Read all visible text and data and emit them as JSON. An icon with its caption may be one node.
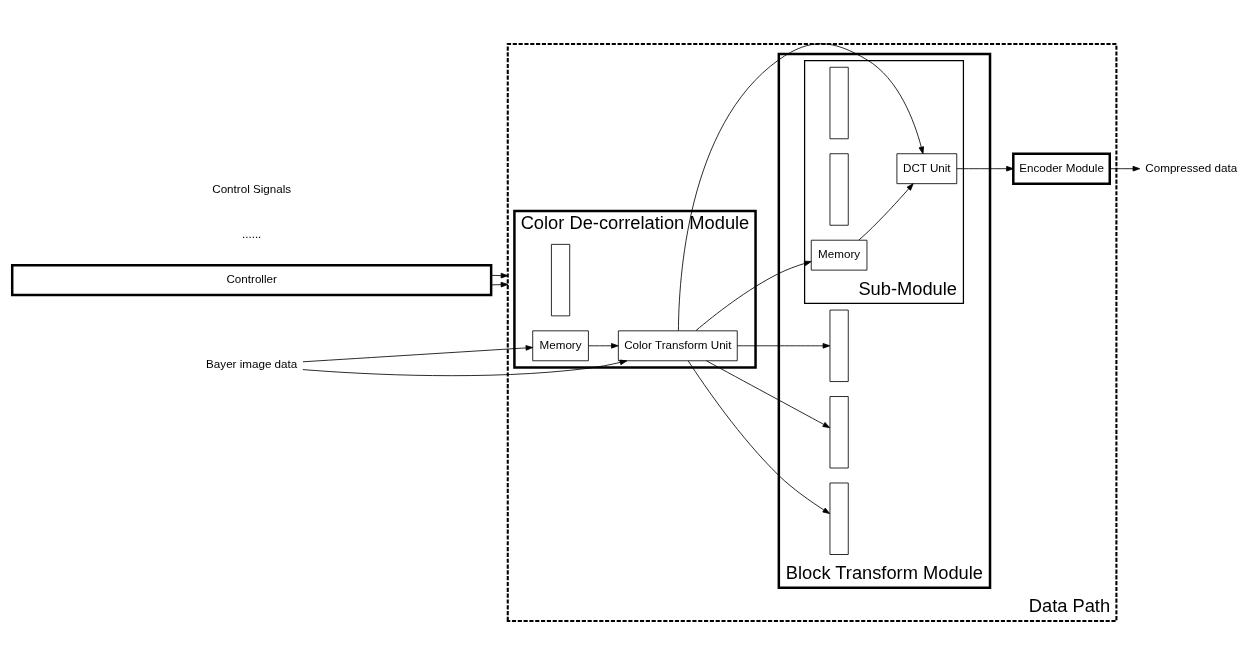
{
  "diagram": {
    "nodes": [
      {
        "text": [
          "Data Path"
        ]
      },
      {
        "text": [
          "Color De-correlation Module"
        ],
        "in": 0
      },
      {
        "text": [],
        "shape": "box",
        "in": 1
      },
      {
        "text": [
          "Memory"
        ],
        "in": 1
      },
      {
        "text": [
          "Color Transform Unit"
        ],
        "in": 1
      },
      {
        "text": [
          "Block Transform Module"
        ],
        "in": 0
      },
      {
        "text": [],
        "shape": "box",
        "in": 5
      },
      {
        "text": [],
        "shape": "box",
        "in": 5
      },
      {
        "text": [],
        "shape": "box",
        "in": 5
      },
      {
        "text": [
          "Sub-Module"
        ],
        "in": 5
      },
      {
        "text": [],
        "shape": "box",
        "in": 9
      },
      {
        "text": [],
        "shape": "box",
        "in": 9
      },
      {
        "text": [
          "Memory"
        ],
        "in": 9
      },
      {
        "text": [
          "DCT Unit"
        ],
        "in": 9
      },
      {
        "text": [
          "Encoder Module"
        ],
        "in": 0
      },
      {
        "text": [
          "Bayer image data"
        ]
      },
      {
        "text": [
          "Compressed data"
        ]
      },
      {
        "text": [
          "Controller"
        ]
      }
    ],
    "edges": [
      {
        "from": 15,
        "to": 3,
        "arrow": "to"
      },
      {
        "from": 15,
        "to": 4,
        "arrow": "to"
      },
      {
        "from": 3,
        "to": 4,
        "arrow": "to"
      },
      {
        "from": 4,
        "to": 6,
        "arrow": "to"
      },
      {
        "from": 4,
        "to": 7,
        "arrow": "to"
      },
      {
        "from": 4,
        "to": 8,
        "arrow": "to"
      },
      {
        "from": 4,
        "to": 12,
        "arrow": "to"
      },
      {
        "from": 4,
        "to": 13,
        "arrow": "to"
      },
      {
        "from": 12,
        "to": 13,
        "arrow": "to"
      },
      {
        "from": 13,
        "to": 14,
        "arrow": "to"
      },
      {
        "from": 14,
        "to": 16,
        "arrow": "to"
      },
      {
        "from": 17,
        "to": 0,
        "arrow": "to"
      },
      {
        "from": 17,
        "to": 0,
        "arrow": "to"
      }
    ],
    "labels": [
      "Control Signals",
      "......"
    ]
  }
}
